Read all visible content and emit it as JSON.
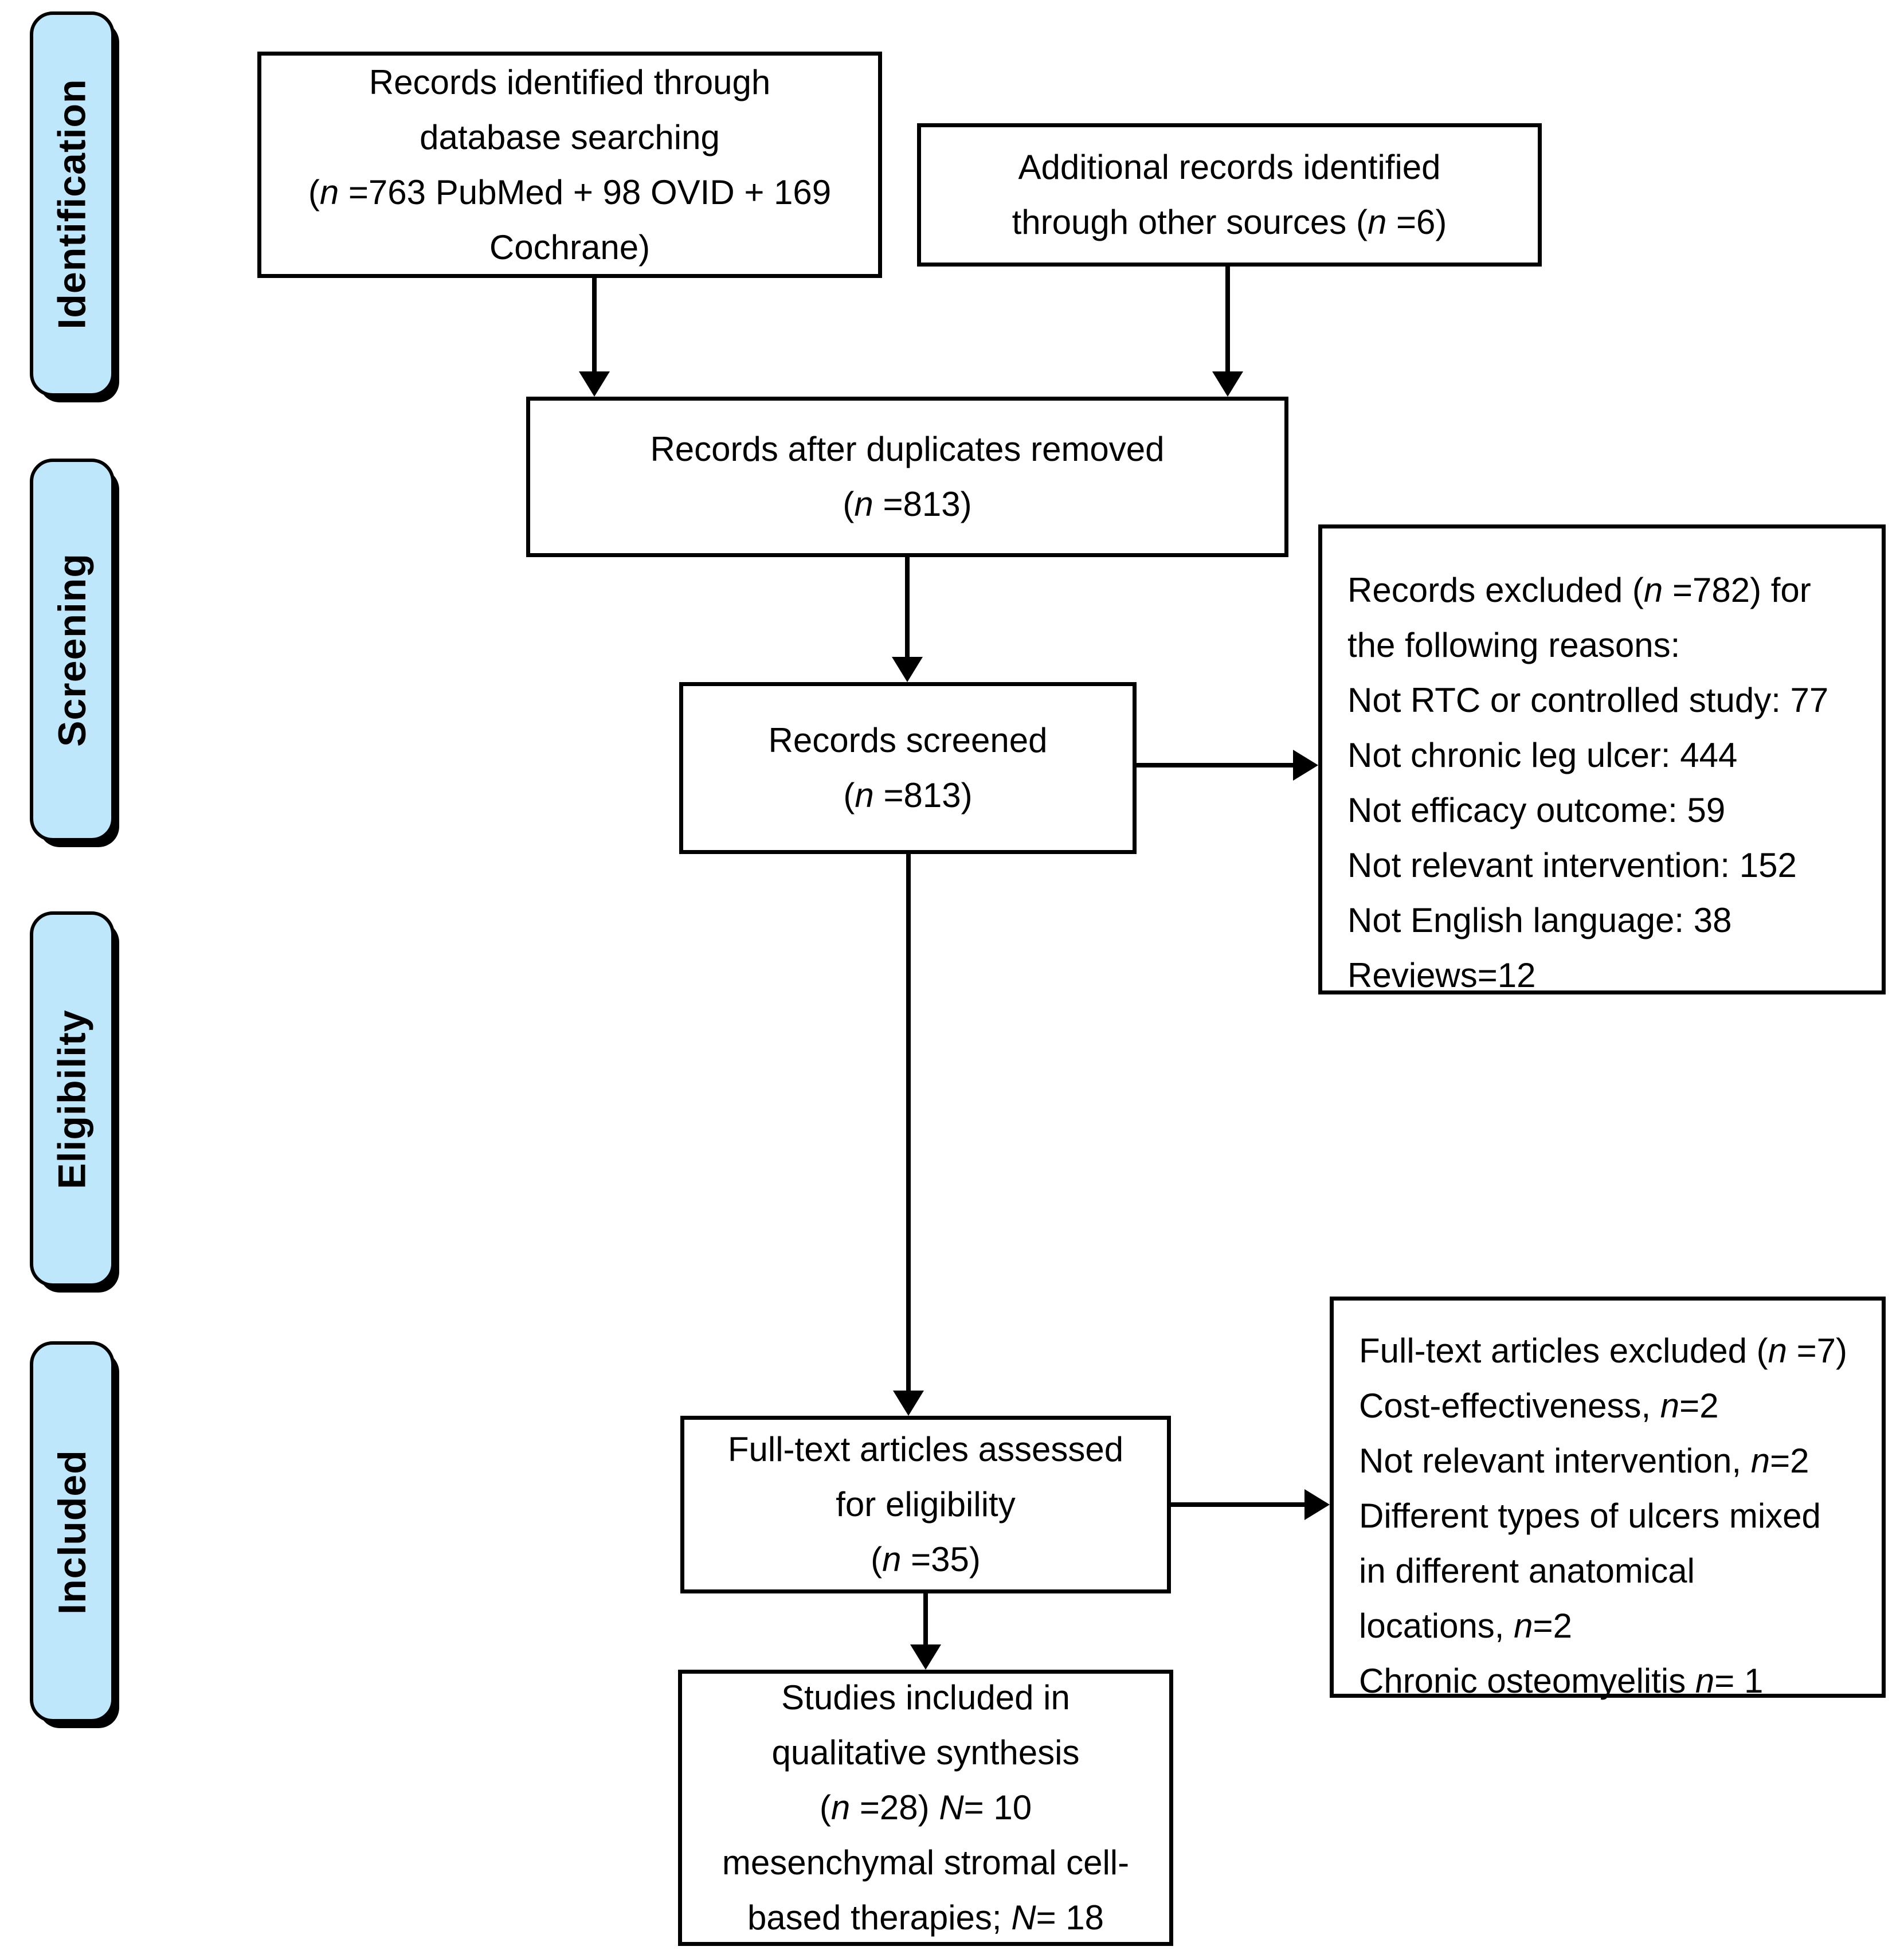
{
  "diagram": {
    "title": "PRISMA flow diagram",
    "colors": {
      "stage_fill": "#BEE7FB",
      "box_fill": "#FFFFFF",
      "line_color": "#000000"
    }
  },
  "stages": {
    "identification": "Identification",
    "screening": "Screening",
    "eligibility": "Eligibility",
    "included": "Included"
  },
  "boxes": {
    "identified": {
      "l1": "Records identified through",
      "l2": "database searching",
      "l3a": "(",
      "l3n": "n",
      "l3b": " =763 PubMed + 98 OVID + 169",
      "l4": "Cochrane)"
    },
    "additional": {
      "l1": "Additional records identified",
      "l2a": "through other sources (",
      "l2n": "n",
      "l2b": " =6)"
    },
    "dedup": {
      "l1": "Records after duplicates removed",
      "l2a": "(",
      "l2n": "n",
      "l2b": " =813)"
    },
    "screened": {
      "l1": "Records screened",
      "l2a": "(",
      "l2n": "n",
      "l2b": " =813)"
    },
    "excluded_records": {
      "l1a": "Records excluded (",
      "l1n": "n",
      "l1b": " =782) for",
      "l2": "the following reasons:",
      "l3": "Not RTC or controlled study: 77",
      "l4": "Not chronic leg ulcer: 444",
      "l5": "Not efficacy outcome: 59",
      "l6": "Not relevant intervention: 152",
      "l7": "Not English language: 38",
      "l8": "Reviews=12"
    },
    "fulltext": {
      "l1": "Full-text articles assessed",
      "l2": "for eligibility",
      "l3a": "(",
      "l3n": "n",
      "l3b": " =35)"
    },
    "excluded_fulltext": {
      "l1a": "Full-text articles excluded (",
      "l1n": "n",
      "l1b": " =7)",
      "l2a": "Cost-effectiveness, ",
      "l2n": "n",
      "l2b": "=2",
      "l3a": "Not relevant intervention, ",
      "l3n": "n",
      "l3b": "=2",
      "l4": "Different types of ulcers mixed",
      "l5": "in different anatomical",
      "l6a": "locations, ",
      "l6n": "n",
      "l6b": "=2",
      "l7a": "Chronic osteomyelitis ",
      "l7n": "n",
      "l7b": "= 1"
    },
    "included_studies": {
      "l1": "Studies included in",
      "l2": "qualitative synthesis",
      "l3a": "(",
      "l3n": "n",
      "l3b": " =28) ",
      "l3n2": "N",
      "l3c": "= 10",
      "l4": "mesenchymal stromal cell-",
      "l5a": "based therapies; ",
      "l5n": "N",
      "l5b": "= 18"
    }
  }
}
